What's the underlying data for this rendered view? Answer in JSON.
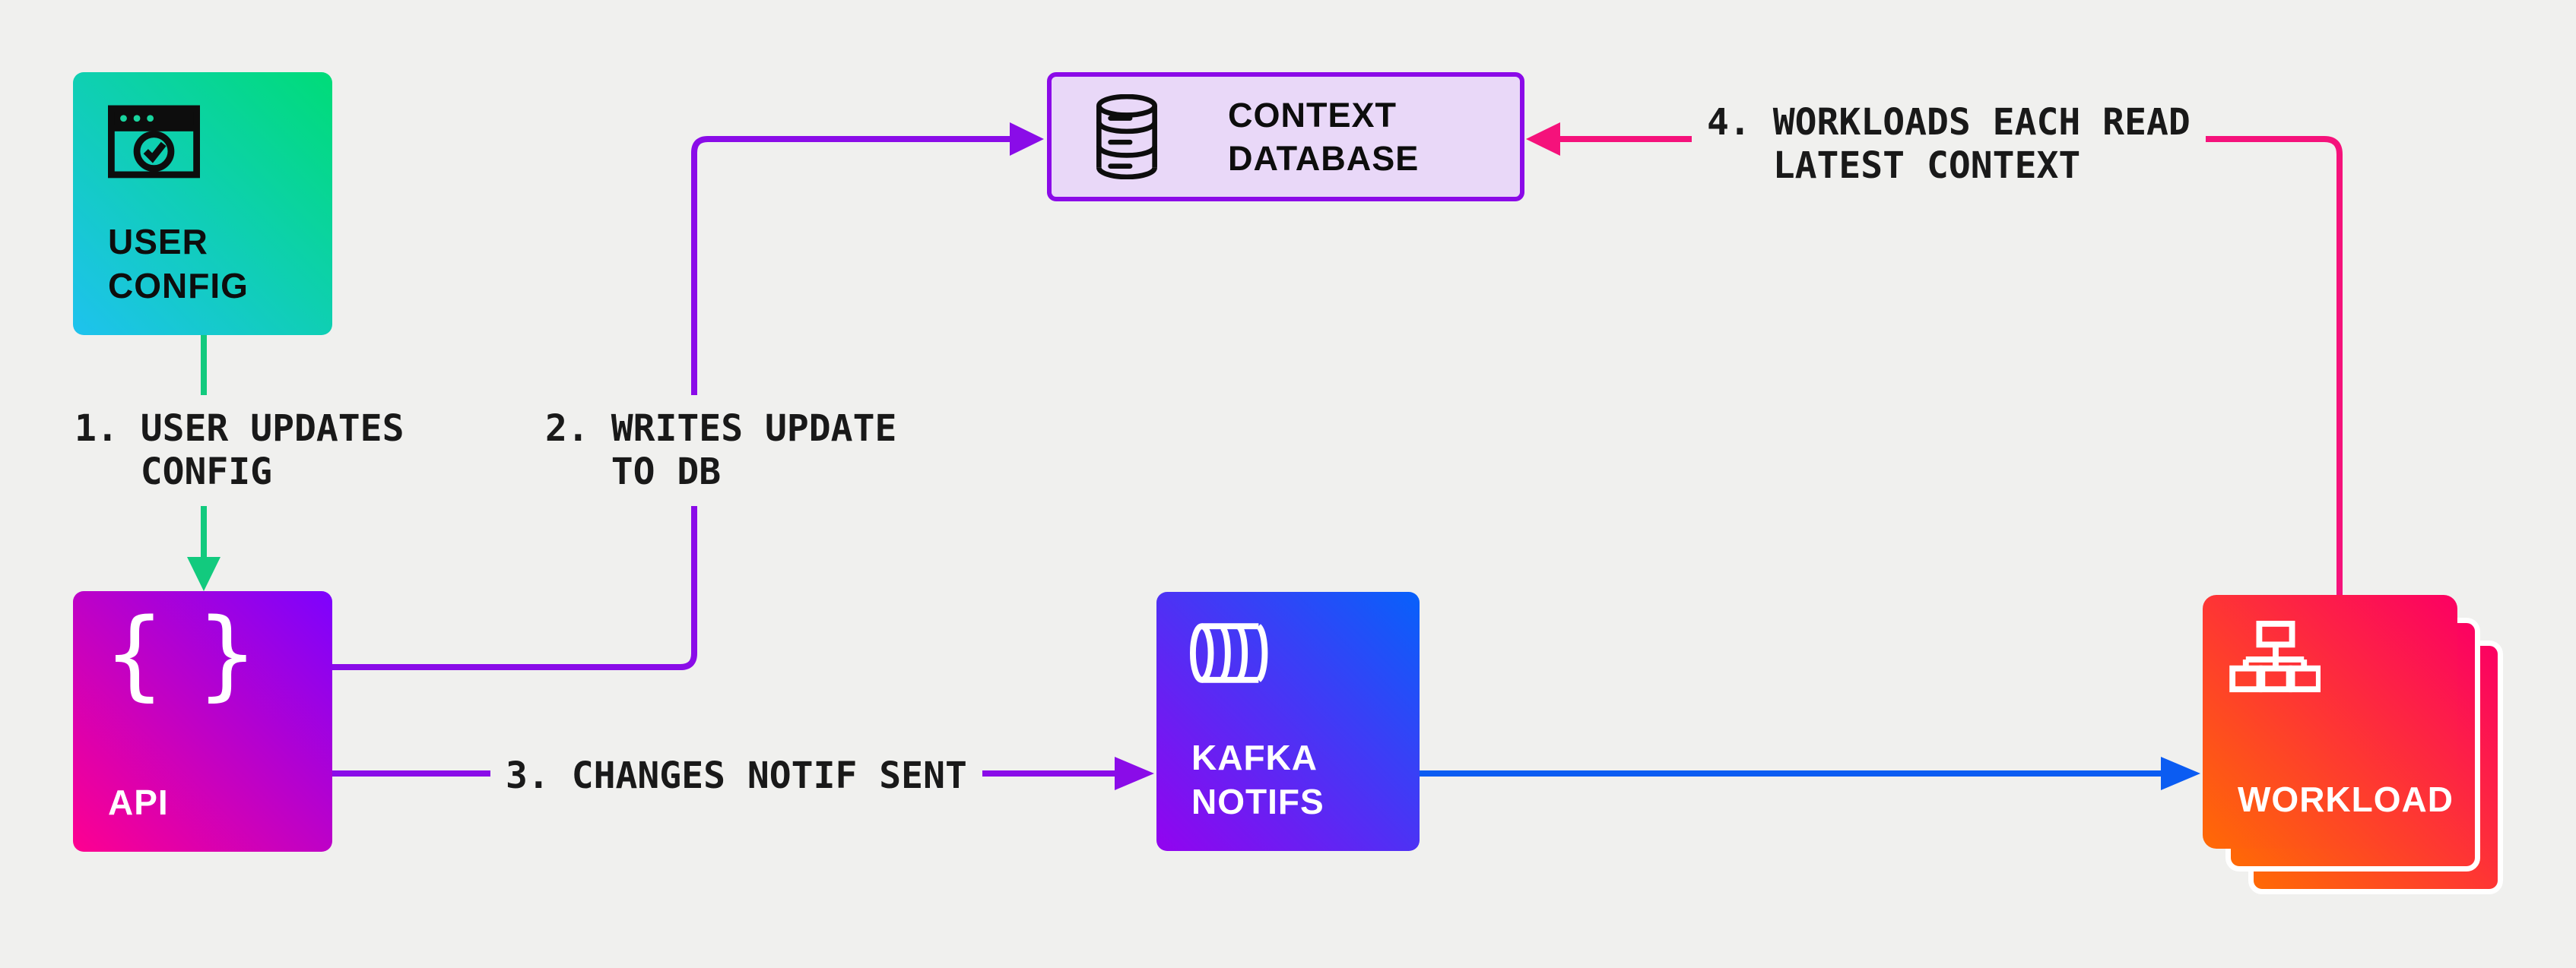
{
  "background_color": "#f0f0ee",
  "nodes": {
    "user_config": {
      "line1": "USER",
      "line2": "CONFIG",
      "icon": "browser-check-icon",
      "gradient": [
        "#1ec2ee",
        "#00dc78"
      ],
      "text_color": "#0d0d0d"
    },
    "context_database": {
      "line1": "CONTEXT",
      "line2": "DATABASE",
      "icon": "database-icon",
      "fill": "#e9d8f8",
      "border_color": "#8b0ae8",
      "text_color": "#0d0d0d"
    },
    "api": {
      "label": "API",
      "icon": "curly-braces-icon",
      "icon_glyph": "{ }",
      "gradient": [
        "#fe0090",
        "#7d02fe"
      ],
      "text_color": "#ffffff"
    },
    "kafka_notifs": {
      "line1": "KAFKA",
      "line2": "NOTIFS",
      "icon": "kafka-topic-icon",
      "gradient": [
        "#9303ef",
        "#0761fa"
      ],
      "text_color": "#ffffff"
    },
    "workload": {
      "label": "WORKLOAD",
      "icon": "sitemap-icon",
      "gradient": [
        "#ff6a05",
        "#fc0063"
      ],
      "text_color": "#ffffff",
      "stack_count": 3
    }
  },
  "annotations": {
    "step1": {
      "line1": "1. USER UPDATES",
      "line2": "CONFIG"
    },
    "step2": {
      "line1": "2. WRITES UPDATE",
      "line2": "TO DB"
    },
    "step3": {
      "line1": "3. CHANGES NOTIF SENT"
    },
    "step4": {
      "line1": "4. WORKLOADS EACH READ",
      "line2": "LATEST CONTEXT"
    }
  },
  "edges": {
    "step1": {
      "from": "user_config",
      "to": "api",
      "color": "#12ca7e"
    },
    "step2": {
      "from": "api",
      "to": "context_database",
      "color": "#8a0ce8"
    },
    "step3": {
      "from": "api",
      "to": "kafka_notifs",
      "color": "#8a0ce8"
    },
    "kafka_to_workload": {
      "from": "kafka_notifs",
      "to": "workload",
      "color": "#0b5cf2"
    },
    "step4": {
      "from": "workload",
      "to": "context_database",
      "color": "#f5127b"
    }
  }
}
